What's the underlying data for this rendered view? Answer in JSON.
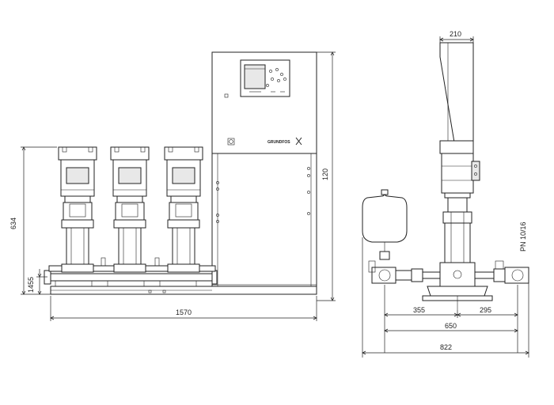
{
  "dimensions": {
    "front_width": "1570",
    "front_height": "634",
    "front_base_height": "1455",
    "cabinet_height": "120",
    "side_top_width": "210",
    "side_left_offset": "355",
    "side_right_offset": "295",
    "side_frame_width": "650",
    "side_total_width": "822"
  },
  "labels": {
    "pressure_rating": "PN 10/16",
    "brand": "GRUNDFOS"
  },
  "icons": {
    "brand_mark": "grundfos-x-icon"
  }
}
